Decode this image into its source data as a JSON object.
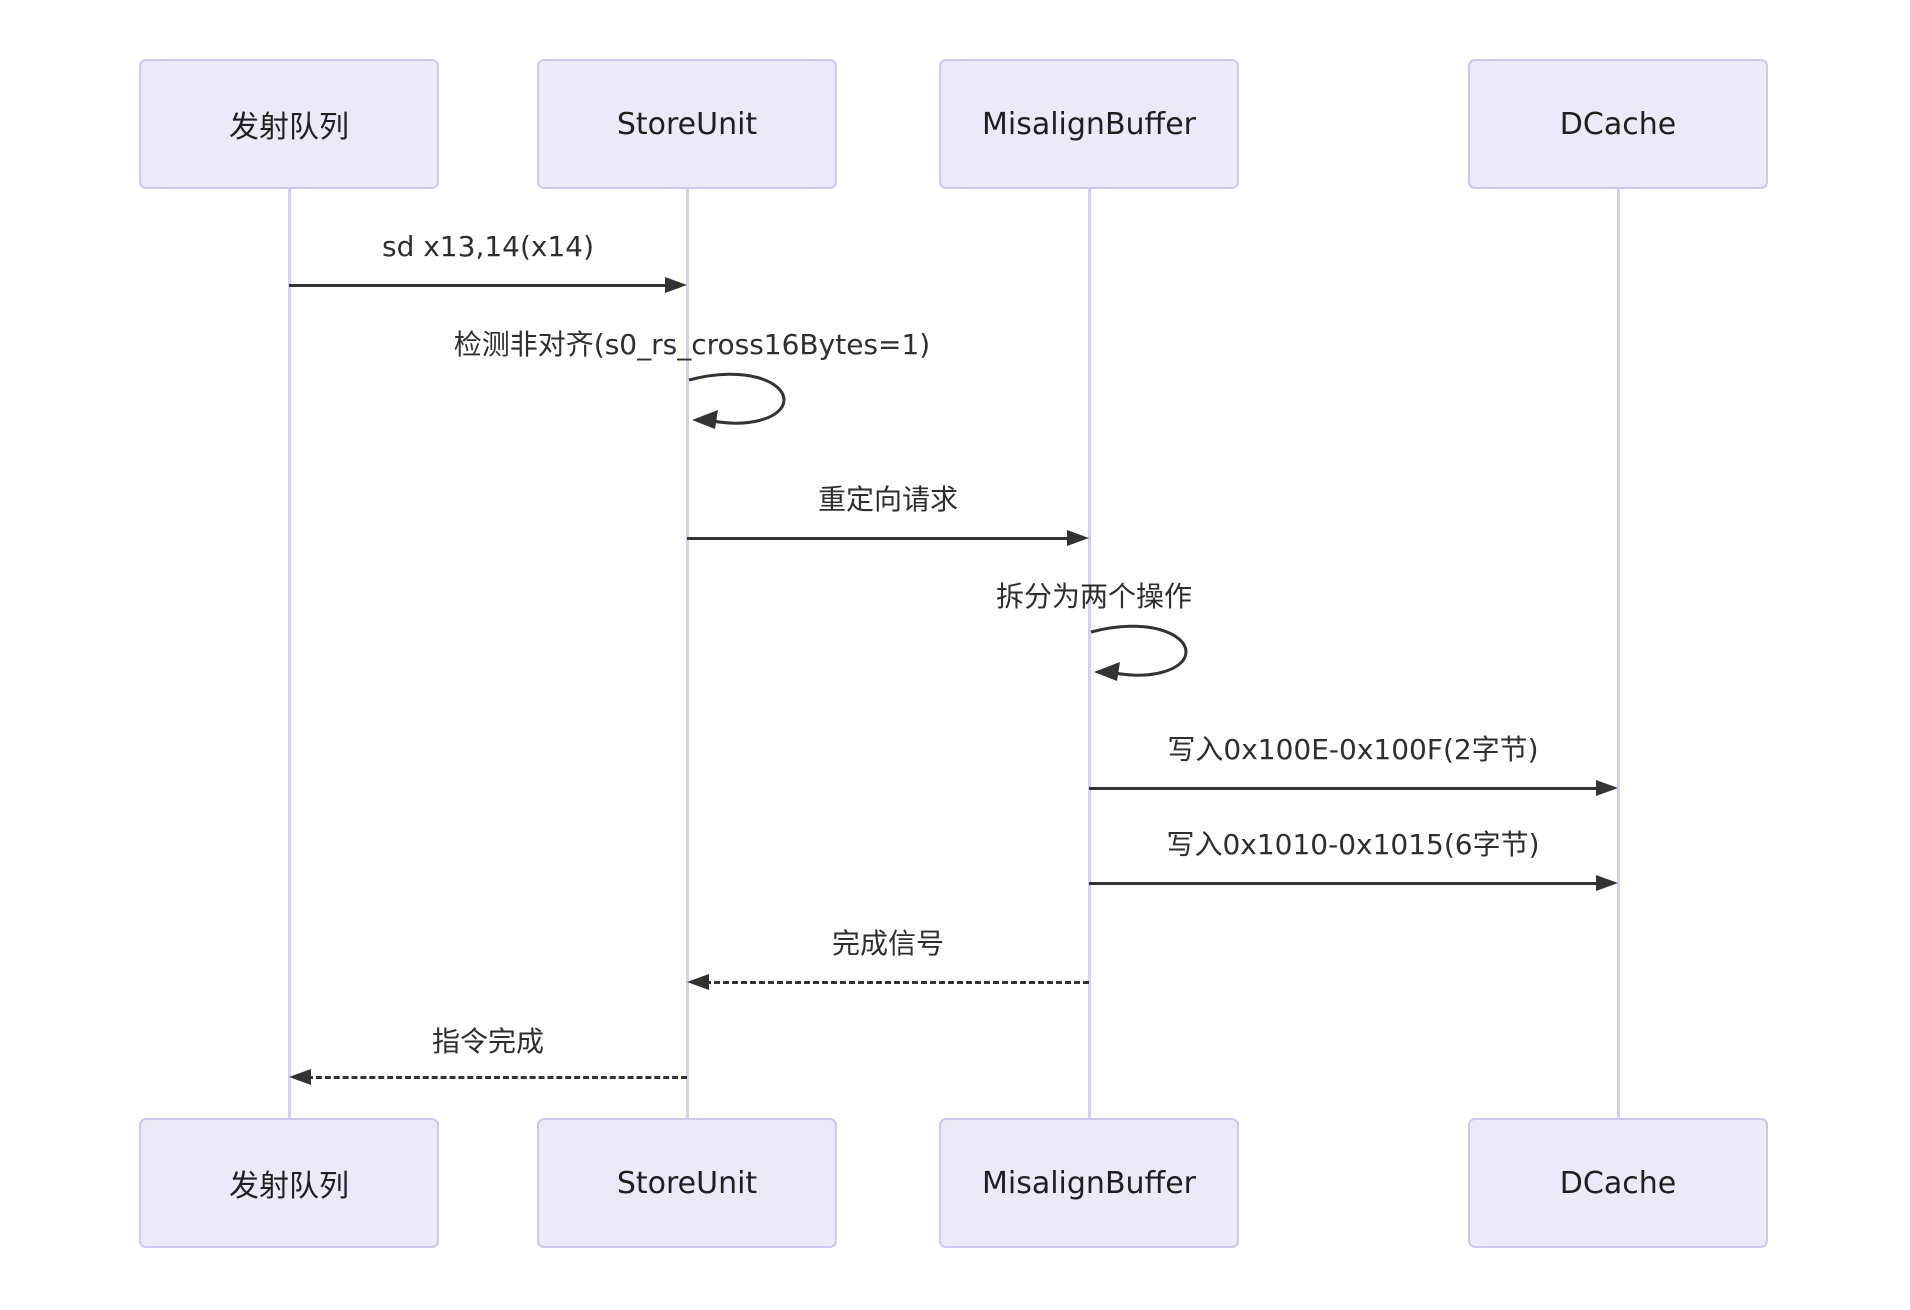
{
  "diagram": {
    "kind": "sequence-diagram",
    "background": "#ffffff",
    "colors": {
      "actor_fill": "#eceaf8",
      "actor_border": "#cfc7ec",
      "lifeline": "#d7cff0",
      "message_line": "#333333",
      "text": "#1f1f1f"
    },
    "actors": [
      {
        "name": "发射队列"
      },
      {
        "name": "StoreUnit"
      },
      {
        "name": "MisalignBuffer"
      },
      {
        "name": "DCache"
      }
    ],
    "messages": [
      {
        "from": "发射队列",
        "to": "StoreUnit",
        "label": "sd x13,14(x14)",
        "style": "solid-arrow"
      },
      {
        "from": "StoreUnit",
        "to": "StoreUnit",
        "label": "检测非对齐(s0_rs_cross16Bytes=1)",
        "style": "self-loop"
      },
      {
        "from": "StoreUnit",
        "to": "MisalignBuffer",
        "label": "重定向请求",
        "style": "solid-arrow"
      },
      {
        "from": "MisalignBuffer",
        "to": "MisalignBuffer",
        "label": "拆分为两个操作",
        "style": "self-loop"
      },
      {
        "from": "MisalignBuffer",
        "to": "DCache",
        "label": "写入0x100E-0x100F(2字节)",
        "style": "solid-arrow"
      },
      {
        "from": "MisalignBuffer",
        "to": "DCache",
        "label": "写入0x1010-0x1015(6字节)",
        "style": "solid-arrow"
      },
      {
        "from": "MisalignBuffer",
        "to": "StoreUnit",
        "label": "完成信号",
        "style": "dashed-arrow"
      },
      {
        "from": "StoreUnit",
        "to": "发射队列",
        "label": "指令完成",
        "style": "dashed-arrow"
      }
    ]
  }
}
